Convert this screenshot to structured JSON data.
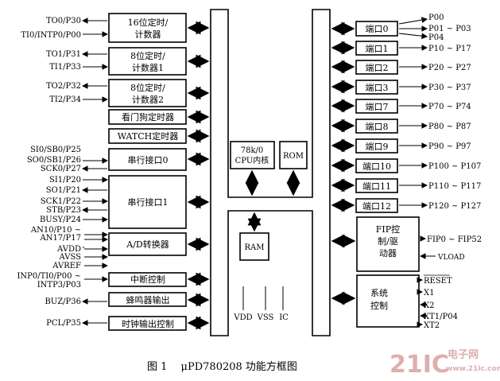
{
  "left_blocks": {
    "timer16_l1": "16位定时/",
    "timer16_l2": "计数器",
    "timer8a_l1": "8位定时/",
    "timer8a_l2": "计数器1",
    "timer8b_l1": "8位定时/",
    "timer8b_l2": "计数器2",
    "watchdog": "看门狗定时器",
    "watch": "WATCH定时器",
    "serial0": "串行接口0",
    "serial1": "串行接口1",
    "adc": "A/D转换器",
    "interrupt": "中断控制",
    "buzzer": "蜂鸣器输出",
    "clock_out": "时钟输出控制"
  },
  "left_pins": {
    "to0": "TO0/P30",
    "ti0": "TI0/INTP0/P00",
    "to1": "TO1/P31",
    "ti1": "TI1/P33",
    "to2": "TO2/P32",
    "ti2": "TI2/P34",
    "si0": "SI0/SB0/P25",
    "so0": "SO0/SB1/P26",
    "sck0": "SCK0/P27",
    "si1": "SI1/P20",
    "so1": "SO1/P21",
    "sck1": "SCK1/P22",
    "stb": "STB/P23",
    "busy": "BUSY/P24",
    "an10": "AN10/P10 ~",
    "an17": "AN17/P17",
    "avdd": "AVDD",
    "avss": "AVSS",
    "avref": "AVREF",
    "inp0": "INP0/TI0/P00 ~",
    "intp3": "INTP3/P03",
    "buz": "BUZ/P36",
    "pcl": "PCL/P35"
  },
  "center": {
    "cpu_l1": "78k/0",
    "cpu_l2": "CPU内核",
    "rom": "ROM",
    "ram": "RAM",
    "vdd": "VDD",
    "vss": "VSS",
    "ic": "IC"
  },
  "ports": {
    "p0": "端口0",
    "p1": "端口1",
    "p2": "端口2",
    "p3": "端口3",
    "p7": "端口7",
    "p8": "端口8",
    "p9": "端口9",
    "p10": "端口10",
    "p11": "端口11",
    "p12": "端口12"
  },
  "port_pins": {
    "p00": "P00",
    "p01": "P01 ~ P03",
    "p04": "P04",
    "p10": "P10 ~ P17",
    "p20": "P20 ~ P27",
    "p30": "P30 ~ P37",
    "p70": "P70 ~ P74",
    "p80": "P80 ~ P87",
    "p90": "P90 ~ P97",
    "p100": "P100 ~ P107",
    "p110": "P110 ~ P117",
    "p120": "P120 ~ P127"
  },
  "right_blocks": {
    "fip_l1": "FIP控",
    "fip_l2": "制/驱",
    "fip_l3": "动器",
    "fip_out": "FIP0 ~ FIP52",
    "vload": "VLOAD",
    "sys_l1": "系统",
    "sys_l2": "控制",
    "reset": "RESET",
    "x1": "X1",
    "x2": "X2",
    "xt1": "XT1/P04",
    "xt2": "XT2"
  },
  "caption": "图 1　 μPD780208 功能方框图",
  "watermark": {
    "brand": "21IC",
    "cn": "电子网",
    "url": "www.21ic.com",
    "color": "#d9a0a0"
  }
}
